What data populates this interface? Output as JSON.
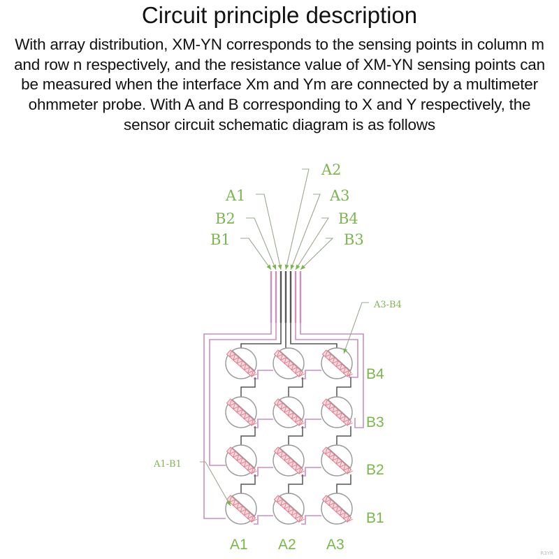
{
  "title": "Circuit principle description",
  "description": "With array distribution, XM-YN corresponds to the sensing points in column m and row n respectively, and the resistance value of XM-YN sensing points can be measured when the interface Xm and Ym are connected by a multimeter ohmmeter probe. With A and B corresponding to X and Y respectively, the sensor circuit schematic diagram is as follows",
  "diagram": {
    "connector_labels": {
      "left": [
        "A1",
        "B2",
        "B1"
      ],
      "right": [
        "A2",
        "A3",
        "B4",
        "B3"
      ]
    },
    "callouts": {
      "top_right": "A3-B4",
      "bottom_left": "A1-B1"
    },
    "row_labels": [
      "B4",
      "B3",
      "B2",
      "B1"
    ],
    "column_labels": [
      "A1",
      "A2",
      "A3"
    ],
    "grid": {
      "columns": 3,
      "rows": 4
    },
    "colors": {
      "label_green": "#78b848",
      "wire_pink": "#c98fbf",
      "wire_dark": "#555555",
      "sensor_hatch": "#e07a8c",
      "sensor_outline": "#9a9a9a",
      "leader_line": "#9aa890"
    }
  },
  "watermark": "R3YR"
}
